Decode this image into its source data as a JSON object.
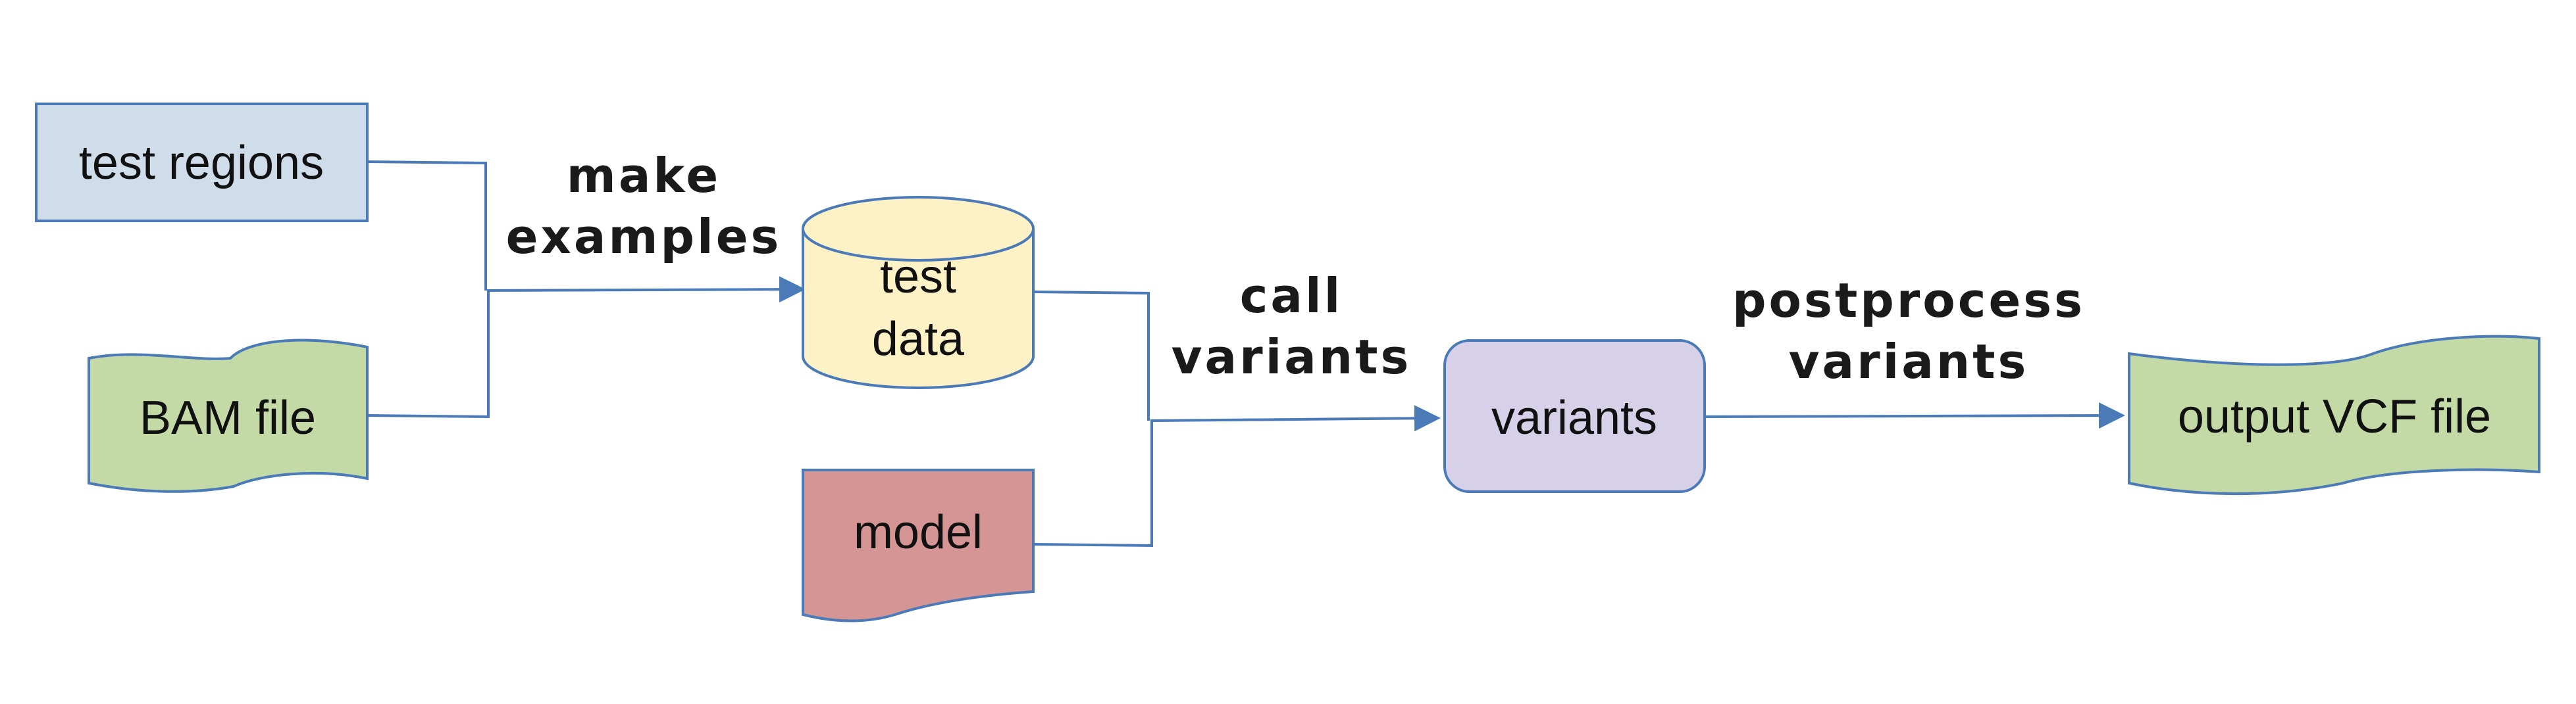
{
  "nodes": {
    "test_regions": "test regions",
    "bam_file": "BAM file",
    "test_data": [
      "test",
      "data"
    ],
    "model": "model",
    "variants": "variants",
    "output_vcf": "output VCF file"
  },
  "steps": {
    "make_examples": [
      "make",
      "examples"
    ],
    "call_variants": [
      "call",
      "variants"
    ],
    "postprocess_variants": [
      "postprocess",
      "variants"
    ]
  },
  "colors": {
    "edge": "#4a7ab8",
    "test_regions_fill": "#cfdcea",
    "file_fill": "#c3d9a6",
    "test_data_fill": "#fdf1c6",
    "model_fill": "#d69595",
    "variants_fill": "#d6d1e8"
  }
}
